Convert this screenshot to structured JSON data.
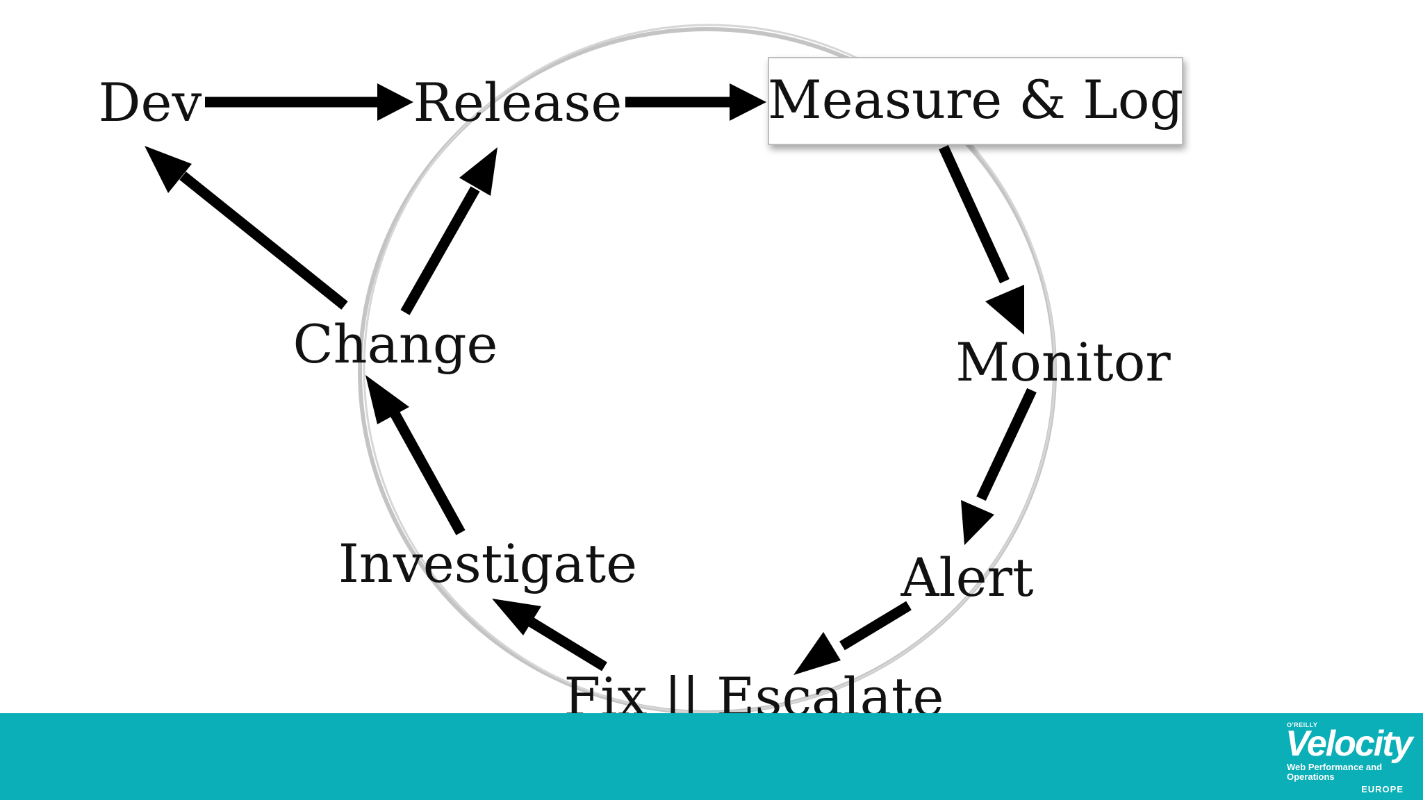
{
  "diagram": {
    "nodes": {
      "dev": "Dev",
      "release": "Release",
      "measure": "Measure & Log",
      "monitor": "Monitor",
      "alert": "Alert",
      "fix": "Fix || Escalate",
      "investigate": "Investigate",
      "change": "Change"
    },
    "edges": [
      {
        "from": "Dev",
        "to": "Release"
      },
      {
        "from": "Release",
        "to": "Measure & Log"
      },
      {
        "from": "Measure & Log",
        "to": "Monitor"
      },
      {
        "from": "Monitor",
        "to": "Alert"
      },
      {
        "from": "Alert",
        "to": "Fix || Escalate"
      },
      {
        "from": "Fix || Escalate",
        "to": "Investigate"
      },
      {
        "from": "Investigate",
        "to": "Change"
      },
      {
        "from": "Change",
        "to": "Release"
      },
      {
        "from": "Change",
        "to": "Dev"
      }
    ],
    "highlighted_node": "Measure & Log"
  },
  "footer": {
    "color": "#0aafb7",
    "logo": {
      "publisher": "O'REILLY",
      "name": "Velocity",
      "tagline": "Web Performance and Operations",
      "region": "EUROPE"
    }
  }
}
